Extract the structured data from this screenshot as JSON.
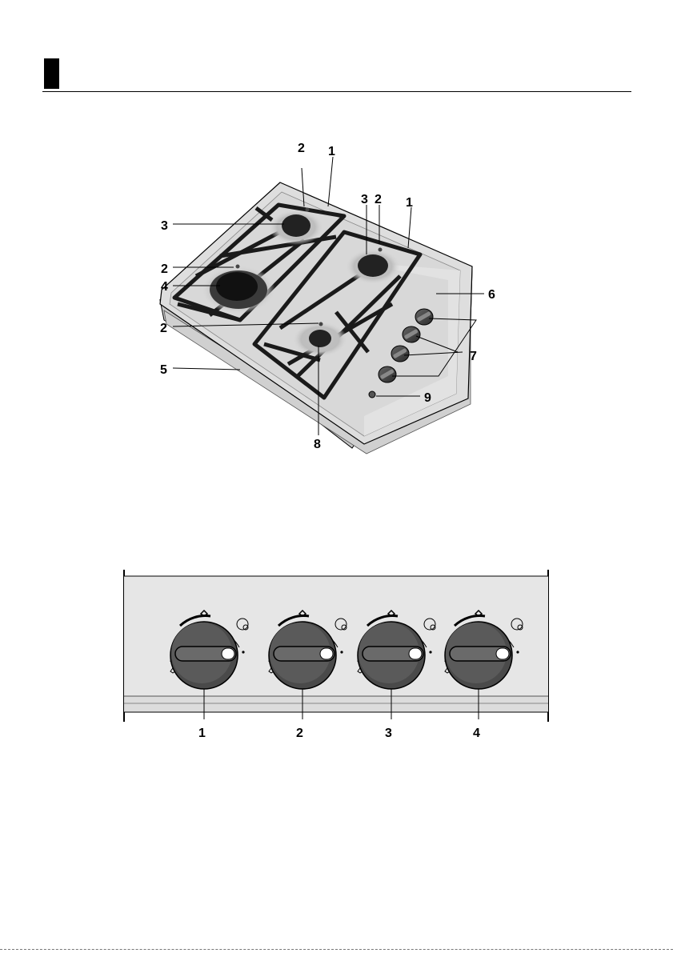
{
  "hob_callouts": {
    "frame_left": "1",
    "frame_right": "1",
    "ignition_rear_left": "2",
    "ignition_rear_right": "2",
    "ignition_left": "2",
    "ignition_front": "2",
    "burner_rear_left": "3",
    "burner_rear_right": "3",
    "burner_large": "4",
    "base": "5",
    "panel": "6",
    "knobs": "7",
    "burner_front": "8",
    "ignition_button": "9"
  },
  "control_panel": {
    "knob_labels": [
      "1",
      "2",
      "3",
      "4"
    ]
  },
  "colors": {
    "line": "#000000",
    "panel": "#e4e4e4",
    "hob_surface": "#d6d6d6",
    "burner": "#202020"
  }
}
